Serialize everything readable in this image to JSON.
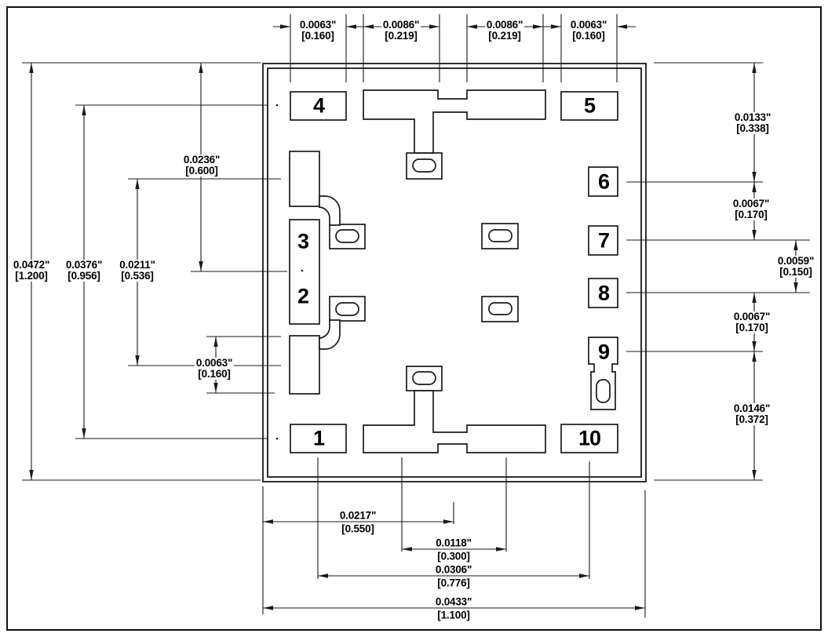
{
  "pads": {
    "p1": "1",
    "p2": "2",
    "p3": "3",
    "p4": "4",
    "p5": "5",
    "p6": "6",
    "p7": "7",
    "p8": "8",
    "p9": "9",
    "p10": "10"
  },
  "dims": {
    "top1": {
      "in": "0.0063\"",
      "mm": "[0.160]"
    },
    "top2": {
      "in": "0.0086\"",
      "mm": "[0.219]"
    },
    "top3": {
      "in": "0.0086\"",
      "mm": "[0.219]"
    },
    "top4": {
      "in": "0.0063\"",
      "mm": "[0.160]"
    },
    "left_overall": {
      "in": "0.0472\"",
      "mm": "[1.200]"
    },
    "left_pitch": {
      "in": "0.0376\"",
      "mm": "[0.956]"
    },
    "left_inner": {
      "in": "0.0211\"",
      "mm": "[0.536]"
    },
    "left_half": {
      "in": "0.0236\"",
      "mm": "[0.600]"
    },
    "left_small": {
      "in": "0.0063\"",
      "mm": "[0.160]"
    },
    "right_top": {
      "in": "0.0133\"",
      "mm": "[0.338]"
    },
    "right_67a": {
      "in": "0.0067\"",
      "mm": "[0.170]"
    },
    "right_59": {
      "in": "0.0059\"",
      "mm": "[0.150]"
    },
    "right_67b": {
      "in": "0.0067\"",
      "mm": "[0.170]"
    },
    "right_bottom": {
      "in": "0.0146\"",
      "mm": "[0.372]"
    },
    "bot_half": {
      "in": "0.0217\"",
      "mm": "[0.550]"
    },
    "bot_300": {
      "in": "0.0118\"",
      "mm": "[0.300]"
    },
    "bot_776": {
      "in": "0.0306\"",
      "mm": "[0.776]"
    },
    "bot_overall": {
      "in": "0.0433\"",
      "mm": "[1.100]"
    }
  },
  "colors": {
    "line": "#1a1a1a",
    "background": "#ffffff"
  }
}
